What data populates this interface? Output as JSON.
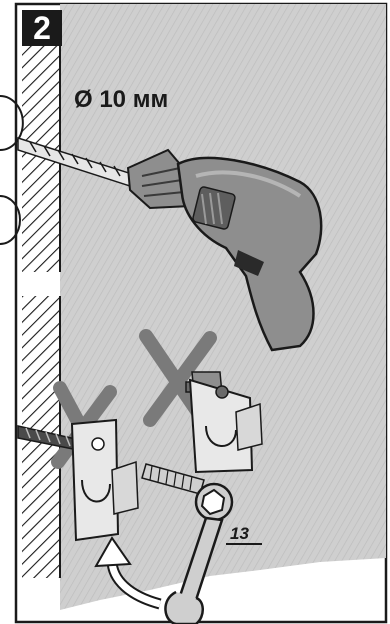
{
  "step": {
    "number": "2"
  },
  "drill": {
    "diameter_label": "Ø 10 мм"
  },
  "wrench": {
    "size_label": "13"
  },
  "colors": {
    "wall_fill": "#cfcfcf",
    "wall_texture": "#b9b9b9",
    "outline": "#1a1a1a",
    "tool_grey": "#8e8e8e",
    "tool_dark": "#5e5e5e",
    "cross_grey": "#7a7a7a"
  }
}
